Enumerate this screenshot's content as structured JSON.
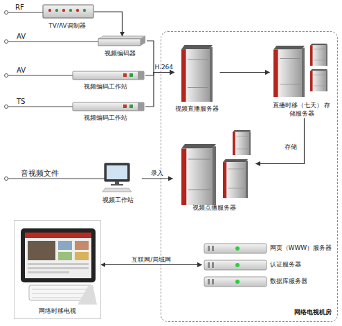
{
  "diagram": {
    "nodes": [
      {
        "text": [
          "网络电视机房"
        ]
      },
      {
        "text": [
          "TV/AV调制器"
        ]
      },
      {
        "text": [
          "视频编码器"
        ]
      },
      {
        "text": [
          "视频编码工作站"
        ]
      },
      {
        "text": [
          "视频编码工作站"
        ]
      },
      {
        "text": [
          "视频直播服务器"
        ],
        "in": 0
      },
      {
        "text": [
          "直播时移（七天） 存储服务器"
        ],
        "in": 0
      },
      {
        "text": [
          "视频点播服务器"
        ],
        "in": 0
      },
      {
        "text": [
          "视频工作站"
        ]
      },
      {
        "text": [
          "网络时移电视"
        ]
      },
      {
        "text": [
          "网页（WWW）服务器"
        ],
        "in": 0
      },
      {
        "text": [
          "认证服务器"
        ],
        "in": 0
      },
      {
        "text": [
          "数据库服务器"
        ],
        "in": 0
      }
    ],
    "edges": [
      {
        "from": 1,
        "to": 2,
        "arrow": "to"
      },
      {
        "from": 2,
        "to": 5,
        "arrow": "to"
      },
      {
        "from": 3,
        "to": 5,
        "label": "H.264",
        "arrow": "to"
      },
      {
        "from": 4,
        "to": 5,
        "arrow": "to"
      },
      {
        "from": 5,
        "to": 6,
        "arrow": "to"
      },
      {
        "from": 6,
        "to": 7,
        "label": "存储",
        "arrow": "to"
      },
      {
        "from": 8,
        "to": 7,
        "label": "录入",
        "arrow": "to"
      },
      {
        "from": 9,
        "to": 11,
        "label": "互联网/局域网",
        "arrow": "both"
      }
    ],
    "labels": [
      "RF",
      "AV",
      "AV",
      "TS",
      "音视频文件"
    ]
  }
}
